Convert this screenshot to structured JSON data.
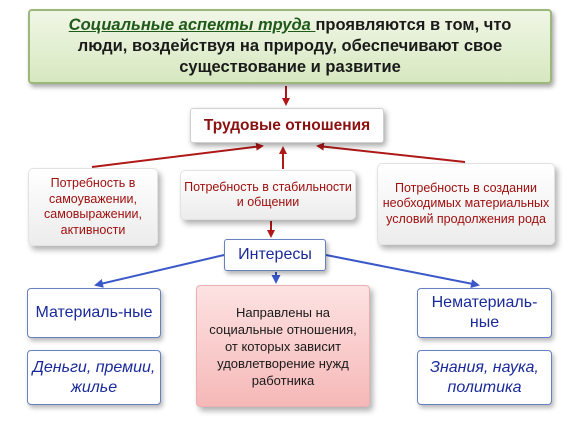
{
  "top": {
    "highlight": "Социальные аспекты труда ",
    "rest": " проявляются в том, что люди, воздействуя на природу,  обеспечивают свое существование и развитие"
  },
  "labor_relations": "Трудовые отношения",
  "needs": {
    "self": "Потребность в самоуважении, самовыражении, активности",
    "stability": "Потребность в стабильности и общении",
    "material": "Потребность в создании необходимых материальных условий продолжения рода"
  },
  "interests": "Интересы",
  "material": {
    "label": "Материаль-ные",
    "examples": "Деньги, премии, жилье"
  },
  "nonmaterial": {
    "label": "Нематериаль-ные",
    "examples": "Знания, наука, политика"
  },
  "social": "Направлены на социальные отношения, от которых зависит удовлетворение нужд работника",
  "colors": {
    "red_arrow": "#b01818",
    "blue_arrow": "#3a58c8",
    "green_fill": "#d7e8c0",
    "pink_fill": "#f6b8b8"
  }
}
